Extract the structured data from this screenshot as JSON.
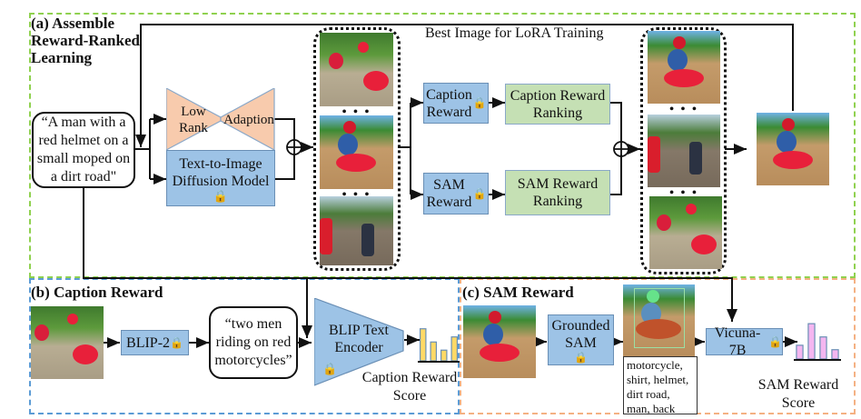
{
  "panels": {
    "a": {
      "title_line1": "(a) Assemble",
      "title_line2": "Reward-Ranked",
      "title_line3": "Learning"
    },
    "b": {
      "title": "(b) Caption Reward"
    },
    "c": {
      "title": "(c) SAM Reward"
    }
  },
  "prompt": {
    "text": "“A man with a red helmet on a small moped on a dirt road\""
  },
  "lora": {
    "left": "Low Rank",
    "right": "Adaption"
  },
  "diffusion": {
    "label": "Text-to-Image Diffusion Model",
    "icon": "lock-icon"
  },
  "feedback_label": "Best Image for LoRA Training",
  "rewards": {
    "caption_reward": "Caption Reward",
    "sam_reward": "SAM Reward",
    "caption_ranking": "Caption Reward Ranking",
    "sam_ranking": "SAM Reward Ranking"
  },
  "ellipsis": "• • •",
  "caption_panel": {
    "blip2": "BLIP-2",
    "caption_text": "“two men riding on red motorcycles”",
    "encoder": "BLIP Text Encoder",
    "score_label": "Caption Reward Score",
    "bar_color": "#ffd966",
    "bars": [
      0.63,
      0.37,
      0.21,
      0.47
    ]
  },
  "sam_panel": {
    "grounded_sam": "Grounded SAM",
    "tags": "motorcycle, shirt, helmet, dirt road, man, back",
    "vicuna": "Vicuna-7B",
    "score_label": "SAM Reward Score",
    "bar_color": "#f4b6f0",
    "bars": [
      0.28,
      0.72,
      0.45,
      0.19
    ]
  },
  "colors": {
    "panel_a_border": "#8fd14f",
    "panel_b_border": "#5b9bd5",
    "panel_c_border": "#f4b183",
    "model_blue": "#9dc3e6",
    "ranking_green": "#c5e0b4",
    "lora_orange": "#f8cbad"
  }
}
